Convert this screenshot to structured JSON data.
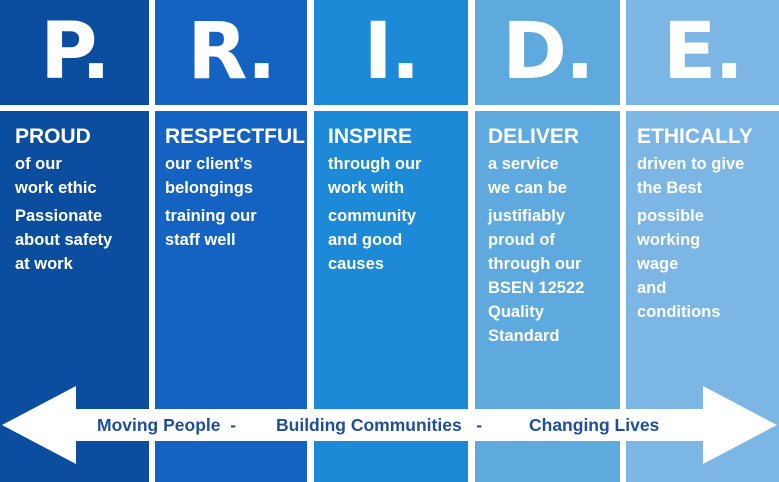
{
  "colors": {
    "p": "#0a4ea0",
    "r": "#1560c0",
    "i": "#1a8ad8",
    "d": "#5aa8dd",
    "e": "#7ab8e6",
    "arrow_text": "#1f4f9a"
  },
  "columns": [
    {
      "letter": "P.",
      "heading": "PROUD",
      "body": [
        [
          "of our",
          "work ethic"
        ],
        [
          "Passionate",
          "about safety",
          "at work"
        ]
      ]
    },
    {
      "letter": "R.",
      "heading": "RESPECTFUL",
      "body": [
        [
          "our client’s",
          "belongings"
        ],
        [
          "training our",
          "staff well"
        ]
      ]
    },
    {
      "letter": "I.",
      "heading": "INSPIRE",
      "body": [
        [
          "through our",
          "work with"
        ],
        [
          "community",
          "and good",
          "causes"
        ]
      ]
    },
    {
      "letter": "D.",
      "heading": "DELIVER",
      "body": [
        [
          "a service",
          "we can be"
        ],
        [
          "justifiably",
          "proud of",
          "through our",
          "BSEN 12522",
          "Quality",
          "Standard"
        ]
      ]
    },
    {
      "letter": "E.",
      "heading": "ETHICALLY",
      "body": [
        [
          "driven to give",
          "the Best"
        ],
        [
          "possible",
          "working",
          "wage",
          "and",
          "conditions"
        ]
      ]
    }
  ],
  "arrow": {
    "part1": "Moving People  -",
    "part2": "Building Communities   -",
    "part3": "Changing Lives"
  }
}
